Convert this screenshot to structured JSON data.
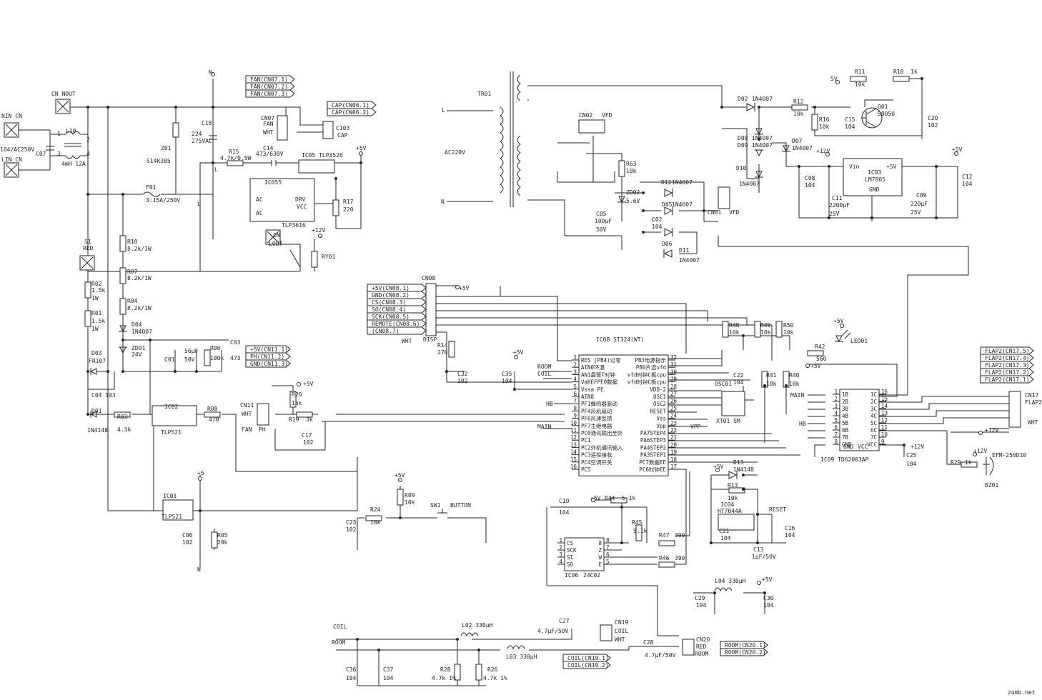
{
  "watermark": "zumb.net",
  "components": [
    {
      "id": "nin",
      "label": "NIN  CN"
    },
    {
      "id": "lin",
      "label": "LIN  CN"
    },
    {
      "id": "acin",
      "label": "104/AC250V"
    },
    {
      "id": "c07",
      "label": "C07"
    },
    {
      "id": "cnout",
      "label": "CN  NOUT"
    },
    {
      "id": "l10",
      "label": "L10"
    },
    {
      "id": "l10v",
      "label": "4mH 12A"
    },
    {
      "id": "l10p1",
      "label": "1"
    },
    {
      "id": "l10p2",
      "label": "2"
    },
    {
      "id": "l10p3",
      "label": "3"
    },
    {
      "id": "l10p4",
      "label": "4"
    },
    {
      "id": "n1",
      "label": "N"
    },
    {
      "id": "c18",
      "label": "C18"
    },
    {
      "id": "c18v",
      "label": "224"
    },
    {
      "id": "c18r",
      "label": "275VAC"
    },
    {
      "id": "z01",
      "label": "Z01"
    },
    {
      "id": "z01v",
      "label": "S14K385"
    },
    {
      "id": "f01",
      "label": "F01"
    },
    {
      "id": "f01v",
      "label": "3.15A/250V"
    },
    {
      "id": "l1",
      "label": "L"
    },
    {
      "id": "l2",
      "label": "L"
    },
    {
      "id": "r15",
      "label": "R15"
    },
    {
      "id": "r15v",
      "label": "4.7k/0.5W"
    },
    {
      "id": "c14",
      "label": "C14"
    },
    {
      "id": "c14v",
      "label": "473/630V"
    },
    {
      "id": "ic05",
      "label": "IC05 TLP3526"
    },
    {
      "id": "cn07",
      "label": "CN07"
    },
    {
      "id": "cn07fan",
      "label": "FAN"
    },
    {
      "id": "cn07wht",
      "label": "WHT"
    },
    {
      "id": "c103",
      "label": "C103"
    },
    {
      "id": "cap",
      "label": "CAP"
    },
    {
      "id": "p5v_top",
      "label": "+5V"
    },
    {
      "id": "ic055",
      "label": "IC055"
    },
    {
      "id": "drv",
      "label": "DRV"
    },
    {
      "id": "vcc",
      "label": "VCC"
    },
    {
      "id": "ac1",
      "label": "AC"
    },
    {
      "id": "ac2",
      "label": "AC"
    },
    {
      "id": "tlp3616",
      "label": "TLP3616"
    },
    {
      "id": "r17",
      "label": "R17"
    },
    {
      "id": "r17v",
      "label": "220"
    },
    {
      "id": "cnlout",
      "label": "CN"
    },
    {
      "id": "lout",
      "label": "LOUT"
    },
    {
      "id": "p12v_ry",
      "label": "+12V"
    },
    {
      "id": "ry01",
      "label": "RY01"
    },
    {
      "id": "s1",
      "label": "S1"
    },
    {
      "id": "red",
      "label": "RED"
    },
    {
      "id": "r10",
      "label": "R10"
    },
    {
      "id": "r10v",
      "label": "8.2k/1W"
    },
    {
      "id": "r07",
      "label": "R07"
    },
    {
      "id": "r07v",
      "label": "8.2k/1W"
    },
    {
      "id": "r04",
      "label": "R04"
    },
    {
      "id": "r04v",
      "label": "8.2k/1W"
    },
    {
      "id": "r02",
      "label": "R02"
    },
    {
      "id": "r02v",
      "label": "1.5k"
    },
    {
      "id": "r02w",
      "label": "1W"
    },
    {
      "id": "r01",
      "label": "R01"
    },
    {
      "id": "r01v",
      "label": "1.5k"
    },
    {
      "id": "r01w",
      "label": "1W"
    },
    {
      "id": "d04",
      "label": "D04"
    },
    {
      "id": "d04v",
      "label": "1N4007"
    },
    {
      "id": "zd01",
      "label": "ZD01"
    },
    {
      "id": "zd01v",
      "label": "24V"
    },
    {
      "id": "c01",
      "label": "C01"
    },
    {
      "id": "c01v",
      "label": "56μF"
    },
    {
      "id": "c01r",
      "label": "50V"
    },
    {
      "id": "r06",
      "label": "R06"
    },
    {
      "id": "r06v",
      "label": "100k"
    },
    {
      "id": "c03",
      "label": "C03"
    },
    {
      "id": "c03v",
      "label": "473"
    },
    {
      "id": "d03",
      "label": "D03"
    },
    {
      "id": "d03v",
      "label": "FR107"
    },
    {
      "id": "c04",
      "label": "C04  103"
    },
    {
      "id": "d01",
      "label": "D01"
    },
    {
      "id": "d01v",
      "label": "1N4148"
    },
    {
      "id": "r03",
      "label": "R03"
    },
    {
      "id": "r03v",
      "label": "4.3k"
    },
    {
      "id": "ic02",
      "label": "IC02"
    },
    {
      "id": "tlp521a",
      "label": "TLP521"
    },
    {
      "id": "r08",
      "label": "R08"
    },
    {
      "id": "r08v",
      "label": "470"
    },
    {
      "id": "p5",
      "label": "+5"
    },
    {
      "id": "ic01",
      "label": "IC01"
    },
    {
      "id": "tlp521b",
      "label": "TLP521"
    },
    {
      "id": "c06",
      "label": "C06"
    },
    {
      "id": "c06v",
      "label": "102"
    },
    {
      "id": "r05",
      "label": "R05"
    },
    {
      "id": "r05v",
      "label": "20k"
    },
    {
      "id": "n2",
      "label": "N"
    },
    {
      "id": "cn11",
      "label": "CN11"
    },
    {
      "id": "cn11w",
      "label": "WHT"
    },
    {
      "id": "fan",
      "label": "FAN"
    },
    {
      "id": "ph",
      "label": "PH"
    },
    {
      "id": "p5v_r20",
      "label": "+5V"
    },
    {
      "id": "r20",
      "label": "R20"
    },
    {
      "id": "r20v",
      "label": "15k"
    },
    {
      "id": "r19",
      "label": "R19"
    },
    {
      "id": "r19v",
      "label": "3k"
    },
    {
      "id": "c17",
      "label": "C17"
    },
    {
      "id": "c17v",
      "label": "102"
    },
    {
      "id": "tr01",
      "label": "TR01"
    },
    {
      "id": "ac220",
      "label": "AC220V"
    },
    {
      "id": "trl",
      "label": "L"
    },
    {
      "id": "trn",
      "label": "N"
    },
    {
      "id": "cn02",
      "label": "CN02"
    },
    {
      "id": "vfd1",
      "label": "VFD"
    },
    {
      "id": "r63",
      "label": "R63"
    },
    {
      "id": "r63v",
      "label": "10k"
    },
    {
      "id": "zd02",
      "label": "ZD02"
    },
    {
      "id": "zd02v",
      "label": "5.6V"
    },
    {
      "id": "c05",
      "label": "C05"
    },
    {
      "id": "c05v",
      "label": "100μF"
    },
    {
      "id": "c05r",
      "label": "50V"
    },
    {
      "id": "c02",
      "label": "C02"
    },
    {
      "id": "c02v",
      "label": "104"
    },
    {
      "id": "d12",
      "label": "D12"
    },
    {
      "id": "d12v",
      "label": "1N4007"
    },
    {
      "id": "d05",
      "label": "D05"
    },
    {
      "id": "d05v",
      "label": "1N4007"
    },
    {
      "id": "d06",
      "label": "D06"
    },
    {
      "id": "d11",
      "label": "D11"
    },
    {
      "id": "d11v",
      "label": "1N4007"
    },
    {
      "id": "cn01",
      "label": "CN01"
    },
    {
      "id": "vfd2",
      "label": "VFD"
    },
    {
      "id": "d02",
      "label": "D02"
    },
    {
      "id": "d02v",
      "label": "1N4007"
    },
    {
      "id": "d08",
      "label": "D08"
    },
    {
      "id": "d08v",
      "label": "1N4007"
    },
    {
      "id": "d09",
      "label": "D09"
    },
    {
      "id": "d09v",
      "label": "1N4007"
    },
    {
      "id": "d10",
      "label": "D10"
    },
    {
      "id": "d10v",
      "label": "1N4007"
    },
    {
      "id": "d07",
      "label": "D07"
    },
    {
      "id": "d07v",
      "label": "1N4007"
    },
    {
      "id": "r12",
      "label": "R12"
    },
    {
      "id": "r12v",
      "label": "10k"
    },
    {
      "id": "p5v_r11",
      "label": "5V"
    },
    {
      "id": "r11",
      "label": "R11"
    },
    {
      "id": "r11v",
      "label": "10k"
    },
    {
      "id": "r18",
      "label": "R18"
    },
    {
      "id": "r18v",
      "label": "1k"
    },
    {
      "id": "r16",
      "label": "R16"
    },
    {
      "id": "r16v",
      "label": "10k"
    },
    {
      "id": "c15",
      "label": "C15"
    },
    {
      "id": "c15v",
      "label": "104"
    },
    {
      "id": "q01",
      "label": "Q01"
    },
    {
      "id": "q01v",
      "label": "S8050"
    },
    {
      "id": "c20",
      "label": "C20"
    },
    {
      "id": "c20v",
      "label": "102"
    },
    {
      "id": "p12v_ic03",
      "label": "+12V"
    },
    {
      "id": "vin",
      "label": "Vin"
    },
    {
      "id": "ic03",
      "label": "IC03"
    },
    {
      "id": "lm7805",
      "label": "LM7805"
    },
    {
      "id": "gnd03",
      "label": "GND"
    },
    {
      "id": "p5v_ic03",
      "label": "+5V"
    },
    {
      "id": "p5v_c12",
      "label": "+5V"
    },
    {
      "id": "c08",
      "label": "C08"
    },
    {
      "id": "c08v",
      "label": "104"
    },
    {
      "id": "c11",
      "label": "C11"
    },
    {
      "id": "c11v",
      "label": "2200μF"
    },
    {
      "id": "c11r",
      "label": "25V"
    },
    {
      "id": "c09",
      "label": "C09"
    },
    {
      "id": "c09v",
      "label": "220μF"
    },
    {
      "id": "c09r",
      "label": "25V"
    },
    {
      "id": "c12",
      "label": "C12"
    },
    {
      "id": "c12v",
      "label": "104"
    },
    {
      "id": "cn08",
      "label": "CN08"
    },
    {
      "id": "disp",
      "label": "DISP"
    },
    {
      "id": "wht08",
      "label": "WHT"
    },
    {
      "id": "p5v_cn08",
      "label": "+5V"
    },
    {
      "id": "r14",
      "label": "R14"
    },
    {
      "id": "r14v",
      "label": "270"
    },
    {
      "id": "c32",
      "label": "C32"
    },
    {
      "id": "c32v",
      "label": "102"
    },
    {
      "id": "p5v_c35",
      "label": "+5V"
    },
    {
      "id": "c35",
      "label": "C35"
    },
    {
      "id": "c35v",
      "label": "104"
    },
    {
      "id": "room_in",
      "label": "ROOM"
    },
    {
      "id": "coil_in",
      "label": "COIL"
    },
    {
      "id": "hb_in",
      "label": "HB"
    },
    {
      "id": "main_in",
      "label": "MAIN"
    },
    {
      "id": "ic08",
      "label": "IC08 ST324(WT)"
    },
    {
      "id": "r48",
      "label": "R48"
    },
    {
      "id": "r48v",
      "label": "10k"
    },
    {
      "id": "r49",
      "label": "R49"
    },
    {
      "id": "r49v",
      "label": "10k"
    },
    {
      "id": "r50",
      "label": "R50"
    },
    {
      "id": "r50v",
      "label": "10k"
    },
    {
      "id": "p5v_led",
      "label": "+5V"
    },
    {
      "id": "led01",
      "label": "LED01"
    },
    {
      "id": "r42",
      "label": "R42"
    },
    {
      "id": "r42v",
      "label": "560"
    },
    {
      "id": "p5v_r40",
      "label": "+5V"
    },
    {
      "id": "c22",
      "label": "C22"
    },
    {
      "id": "c22v",
      "label": "104"
    },
    {
      "id": "r41",
      "label": "R41"
    },
    {
      "id": "r41v",
      "label": "10k"
    },
    {
      "id": "r40",
      "label": "R40"
    },
    {
      "id": "r40v",
      "label": "10k"
    },
    {
      "id": "osc01",
      "label": "OSC01"
    },
    {
      "id": "xt01",
      "label": "XT01  SM"
    },
    {
      "id": "vpp",
      "label": "VPP"
    },
    {
      "id": "main2",
      "label": "MAIN"
    },
    {
      "id": "hb2",
      "label": "HB"
    },
    {
      "id": "ic09",
      "label": "IC09 TD62003AP"
    },
    {
      "id": "gnd09",
      "label": "GND"
    },
    {
      "id": "vcc09",
      "label": "VCC"
    },
    {
      "id": "p12v_ic09",
      "label": "+12V"
    },
    {
      "id": "c25",
      "label": "C25"
    },
    {
      "id": "c25v",
      "label": "104"
    },
    {
      "id": "cn17",
      "label": "CN17"
    },
    {
      "id": "flap2",
      "label": "FLAP2"
    },
    {
      "id": "wht17",
      "label": "WHT"
    },
    {
      "id": "p12v_cn17",
      "label": "+12V"
    },
    {
      "id": "p12v_bz",
      "label": "+12V"
    },
    {
      "id": "bzv",
      "label": "EFM-250D10"
    },
    {
      "id": "bz01",
      "label": "BZ01"
    },
    {
      "id": "r29",
      "label": "R29"
    },
    {
      "id": "r29v",
      "label": "1k"
    },
    {
      "id": "p5v_d13",
      "label": "+5V"
    },
    {
      "id": "d13",
      "label": "D13"
    },
    {
      "id": "d13v",
      "label": "1N4148"
    },
    {
      "id": "r13",
      "label": "R13"
    },
    {
      "id": "r13v",
      "label": "10k"
    },
    {
      "id": "ic04",
      "label": "IC04"
    },
    {
      "id": "ht7044a",
      "label": "HT7044A"
    },
    {
      "id": "reset",
      "label": "RESET"
    },
    {
      "id": "c21",
      "label": "C21"
    },
    {
      "id": "c21v",
      "label": "104"
    },
    {
      "id": "c13",
      "label": "C13"
    },
    {
      "id": "c13v",
      "label": "1μF/50V"
    },
    {
      "id": "c16",
      "label": "C16"
    },
    {
      "id": "c16v",
      "label": "104"
    },
    {
      "id": "p5v_r09",
      "label": "+5V"
    },
    {
      "id": "r09",
      "label": "R09"
    },
    {
      "id": "r09v",
      "label": "10k"
    },
    {
      "id": "r24",
      "label": "R24"
    },
    {
      "id": "r24v",
      "label": "10k"
    },
    {
      "id": "c23",
      "label": "C23"
    },
    {
      "id": "c23v",
      "label": "102"
    },
    {
      "id": "sw1",
      "label": "SW1"
    },
    {
      "id": "button",
      "label": "BUTTON"
    },
    {
      "id": "c10",
      "label": "C10"
    },
    {
      "id": "c10v",
      "label": "104"
    },
    {
      "id": "p5v_c10",
      "label": "+5V"
    },
    {
      "id": "r44",
      "label": "R44"
    },
    {
      "id": "r44v",
      "label": "5.1k"
    },
    {
      "id": "r45",
      "label": "R45"
    },
    {
      "id": "r45v",
      "label": "5.1k"
    },
    {
      "id": "r47",
      "label": "R47"
    },
    {
      "id": "r47v",
      "label": "390"
    },
    {
      "id": "r46",
      "label": "R46"
    },
    {
      "id": "r46v",
      "label": "390"
    },
    {
      "id": "ic06",
      "label": "IC06"
    },
    {
      "id": "ic06v",
      "label": "24C02"
    },
    {
      "id": "l04",
      "label": "L04  330μH"
    },
    {
      "id": "p5v_l04",
      "label": "+5V"
    },
    {
      "id": "c29",
      "label": "C29"
    },
    {
      "id": "c29v",
      "label": "104"
    },
    {
      "id": "c30",
      "label": "C30"
    },
    {
      "id": "c30v",
      "label": "104"
    },
    {
      "id": "coil_lbl",
      "label": "COIL"
    },
    {
      "id": "room_lbl",
      "label": "ROOM"
    },
    {
      "id": "l02",
      "label": "L02  330μH"
    },
    {
      "id": "l03",
      "label": "L03  330μH"
    },
    {
      "id": "c27",
      "label": "C27"
    },
    {
      "id": "c27v",
      "label": "4.7μF/50V"
    },
    {
      "id": "cn19",
      "label": "CN19"
    },
    {
      "id": "cn19c",
      "label": "COIL"
    },
    {
      "id": "cn19w",
      "label": "WHT"
    },
    {
      "id": "c28",
      "label": "C28"
    },
    {
      "id": "c28v",
      "label": "4.7μF/50V"
    },
    {
      "id": "cn20",
      "label": "CN20"
    },
    {
      "id": "cn20r",
      "label": "RED"
    },
    {
      "id": "cn20room",
      "label": "ROOM"
    },
    {
      "id": "c36",
      "label": "C36"
    },
    {
      "id": "c36v",
      "label": "104"
    },
    {
      "id": "c37",
      "label": "C37"
    },
    {
      "id": "c37v",
      "label": "104"
    },
    {
      "id": "r28",
      "label": "R28"
    },
    {
      "id": "r28v",
      "label": "4.7k 1%"
    },
    {
      "id": "r26",
      "label": "R26"
    },
    {
      "id": "r26v",
      "label": "4.7k 1%"
    }
  ],
  "flags": {
    "fan": [
      "FAN(CN07.1)",
      "FAN(CN07.2)",
      "FAN(CN07.3)"
    ],
    "cap": [
      "CAP(CN06.1)",
      "CAP(CN06.2)"
    ],
    "disp": [
      "+5V(CN08.1)",
      "GND(CN08.2)",
      "CS(CN08.3)",
      "SO(CN08.4)",
      "SCK(CN08.5)",
      "REMOTE(CN08.6)",
      "(CN08.7)"
    ],
    "cn11": [
      "+5V(CN11.1)",
      "PH(CN11.2)",
      "GND(CN11.3)"
    ],
    "flap": [
      "FLAP2(CN17.5)",
      "FLAP2(CN17.4)",
      "FLAP2(CN17.3)",
      "FLAP2(CN17.2)",
      "FLAP2(CN17.1)"
    ],
    "coil": [
      "COIL(CN19.1)",
      "COIL(CN19.2)"
    ],
    "room": [
      "ROOM(CN20.1)",
      "ROOM(CN20.2)"
    ]
  },
  "ic08": {
    "left": [
      {
        "n": "1",
        "t": "RES (PB4)过零"
      },
      {
        "n": "2",
        "t": "AIN0环温"
      },
      {
        "n": "3",
        "t": "AN1盘管T时钟"
      },
      {
        "n": "4",
        "t": "VaREFPE0数据"
      },
      {
        "n": "5",
        "t": "Vssa PE"
      },
      {
        "n": "6",
        "t": "AIN8"
      },
      {
        "n": "7",
        "t": "PF1蜂鸣器驱动"
      },
      {
        "n": "8",
        "t": "PF4风机驱动"
      },
      {
        "n": "9",
        "t": "PF6风速反馈"
      },
      {
        "n": "10",
        "t": "PF7主继电器"
      },
      {
        "n": "11",
        "t": "PC0通讯输出至外"
      },
      {
        "n": "12",
        "t": "PC1"
      },
      {
        "n": "13",
        "t": "PC2外机通讯输入"
      },
      {
        "n": "14",
        "t": "PC3遥控接收"
      },
      {
        "n": "15",
        "t": "PC4空调开关"
      },
      {
        "n": "16",
        "t": "PC5"
      }
    ],
    "right": [
      {
        "n": "32",
        "t": "PB3电源指示"
      },
      {
        "n": "31",
        "t": "PB0片选vfd"
      },
      {
        "n": "30",
        "t": "vfd时钟C板cpu"
      },
      {
        "n": "29",
        "t": "vfd时钟C板cpu"
      },
      {
        "n": "28",
        "t": "VDD-2"
      },
      {
        "n": "27",
        "t": "OSC1"
      },
      {
        "n": "26",
        "t": "OSC2"
      },
      {
        "n": "25",
        "t": "RESET"
      },
      {
        "n": "24",
        "t": "Vss"
      },
      {
        "n": "23",
        "t": "Vpp"
      },
      {
        "n": "22",
        "t": "PA7STEP4"
      },
      {
        "n": "21",
        "t": "PA6STEP3"
      },
      {
        "n": "20",
        "t": "PA4STEP2"
      },
      {
        "n": "19",
        "t": "PA3STEP1"
      },
      {
        "n": "18",
        "t": "PC7数据EE"
      },
      {
        "n": "17",
        "t": "PC6时钟EE"
      }
    ]
  },
  "ic09": {
    "left": [
      {
        "n": "1",
        "t": "1B"
      },
      {
        "n": "2",
        "t": "2B"
      },
      {
        "n": "3",
        "t": "3B"
      },
      {
        "n": "4",
        "t": "4B"
      },
      {
        "n": "5",
        "t": "5B"
      },
      {
        "n": "6",
        "t": "6B"
      },
      {
        "n": "7",
        "t": "7B"
      },
      {
        "n": "8",
        "t": "GND"
      }
    ],
    "right": [
      {
        "n": "16",
        "t": "1C"
      },
      {
        "n": "15",
        "t": "2C"
      },
      {
        "n": "14",
        "t": "3C"
      },
      {
        "n": "13",
        "t": "4C"
      },
      {
        "n": "12",
        "t": "5C"
      },
      {
        "n": "11",
        "t": "6C"
      },
      {
        "n": "10",
        "t": "7C"
      },
      {
        "n": "9",
        "t": "VCC"
      }
    ]
  },
  "ic06": {
    "left": [
      {
        "n": "1",
        "t": "CS"
      },
      {
        "n": "2",
        "t": "SCK"
      },
      {
        "n": "3",
        "t": "SI"
      },
      {
        "n": "4",
        "t": "SO"
      }
    ],
    "right": [
      {
        "n": "8",
        "t": "8"
      },
      {
        "n": "7",
        "t": "Z"
      },
      {
        "n": "6",
        "t": "W"
      },
      {
        "n": "5",
        "t": "E"
      }
    ]
  }
}
